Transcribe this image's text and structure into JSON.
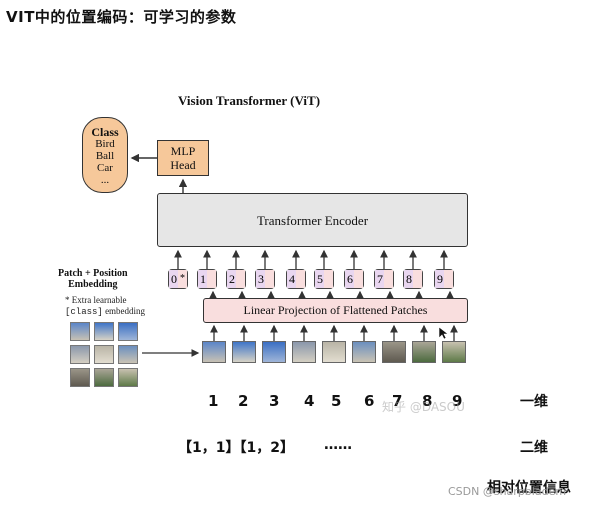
{
  "heading": "VIT中的位置编码：可学习的参数",
  "diagram": {
    "title": "Vision Transformer (ViT)",
    "class_box": {
      "title": "Class",
      "items": [
        "Bird",
        "Ball",
        "Car",
        "..."
      ]
    },
    "mlp_head": {
      "line1": "MLP",
      "line2": "Head"
    },
    "encoder_label": "Transformer Encoder",
    "linear_projection_label": "Linear Projection of Flattened Patches",
    "patch_embedding_label": {
      "line1": "Patch + Position",
      "line2": "Embedding"
    },
    "extra_note": {
      "line1": "* Extra learnable",
      "line2_code": "[class]",
      "line2_text": " embedding"
    },
    "tokens": [
      "0",
      "1",
      "2",
      "3",
      "4",
      "5",
      "6",
      "7",
      "8",
      "9"
    ],
    "class_token_marker": "*"
  },
  "annotations": {
    "one_d_numbers": [
      "1",
      "2",
      "3",
      "4",
      "5",
      "6",
      "7",
      "8",
      "9"
    ],
    "one_d_label": "一维",
    "two_d_example": "【1，1】【1，2】",
    "two_d_ellipsis": "……",
    "two_d_label": "二维",
    "relative_label": "相对位置信息"
  },
  "watermark": "知乎 @DASOU",
  "credit": "CSDN @sharpbladem"
}
